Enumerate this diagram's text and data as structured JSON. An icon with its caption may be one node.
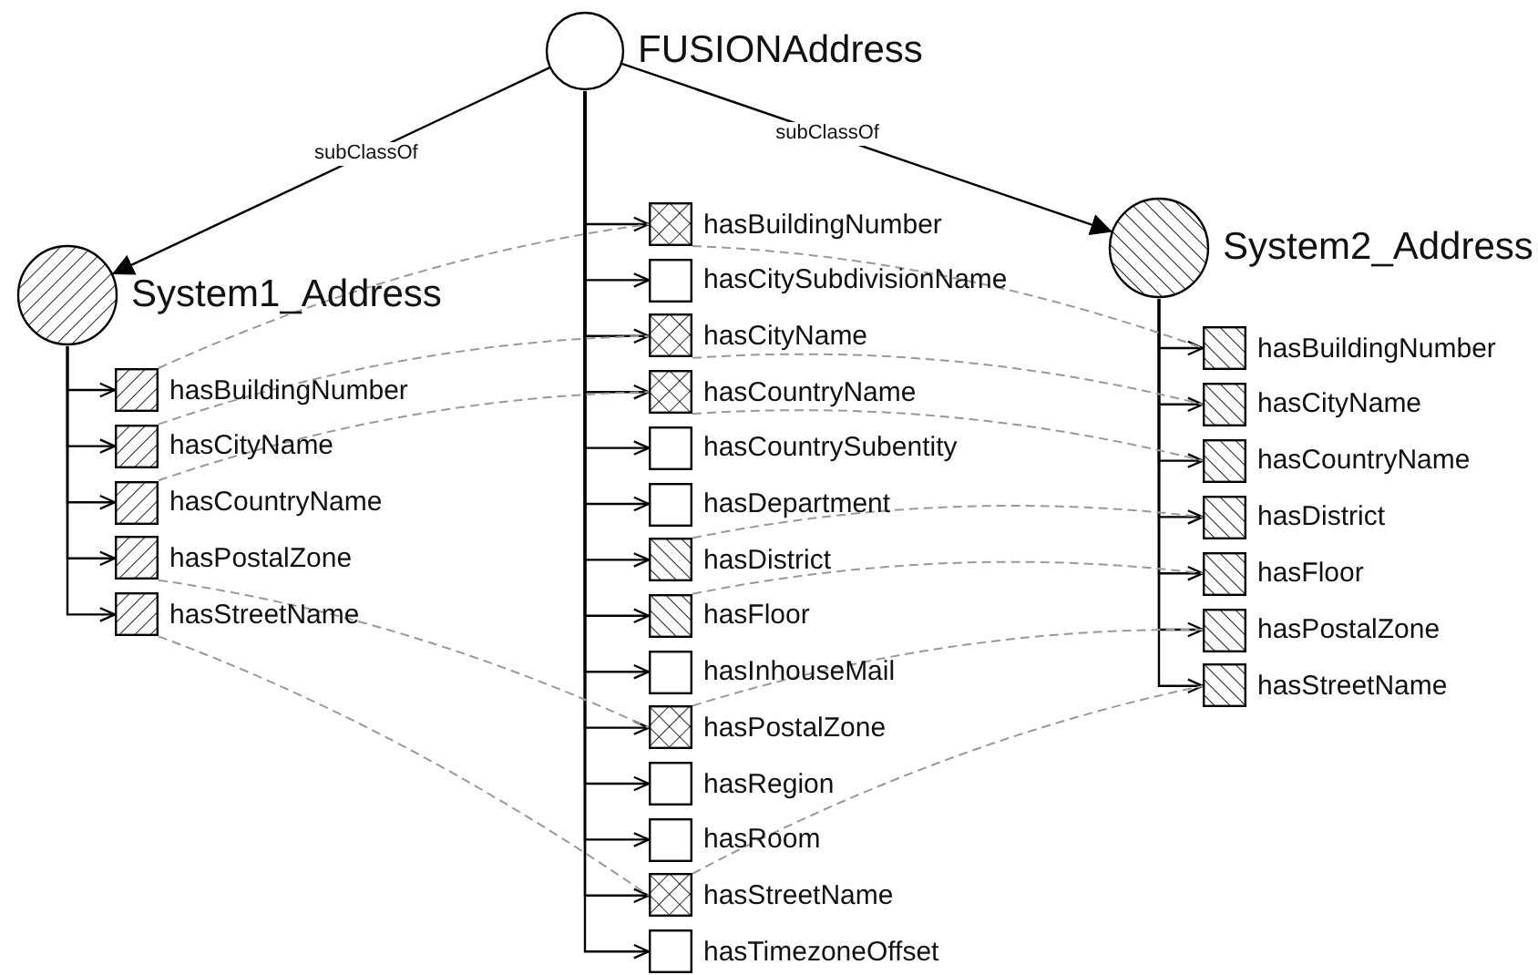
{
  "diagram": {
    "nodes": [
      {
        "text": [
          "FUSIONAddress"
        ]
      },
      {
        "text": [
          "System1_Address"
        ]
      },
      {
        "text": [
          "System2_Address"
        ]
      },
      {
        "text": [
          "hasBuildingNumber"
        ]
      },
      {
        "text": [
          "hasCitySubdivisionName"
        ]
      },
      {
        "text": [
          "hasCityName"
        ]
      },
      {
        "text": [
          "hasCountryName"
        ]
      },
      {
        "text": [
          "hasCountrySubentity"
        ]
      },
      {
        "text": [
          "hasDepartment"
        ]
      },
      {
        "text": [
          "hasDistrict"
        ]
      },
      {
        "text": [
          "hasFloor"
        ]
      },
      {
        "text": [
          "hasInhouseMail"
        ]
      },
      {
        "text": [
          "hasPostalZone"
        ]
      },
      {
        "text": [
          "hasRegion"
        ]
      },
      {
        "text": [
          "hasRoom"
        ]
      },
      {
        "text": [
          "hasStreetName"
        ]
      },
      {
        "text": [
          "hasTimezoneOffset"
        ]
      },
      {
        "text": [
          "hasBuildingNumber"
        ]
      },
      {
        "text": [
          "hasCityName"
        ]
      },
      {
        "text": [
          "hasCountryName"
        ]
      },
      {
        "text": [
          "hasPostalZone"
        ]
      },
      {
        "text": [
          "hasStreetName"
        ]
      },
      {
        "text": [
          "hasBuildingNumber"
        ]
      },
      {
        "text": [
          "hasCityName"
        ]
      },
      {
        "text": [
          "hasCountryName"
        ]
      },
      {
        "text": [
          "hasDistrict"
        ]
      },
      {
        "text": [
          "hasFloor"
        ]
      },
      {
        "text": [
          "hasPostalZone"
        ]
      },
      {
        "text": [
          "hasStreetName"
        ]
      }
    ],
    "edges": [
      {
        "from": 0,
        "to": 1,
        "arrow": "to",
        "label": "subClassOf"
      },
      {
        "from": 0,
        "to": 2,
        "arrow": "to",
        "label": "subClassOf"
      },
      {
        "from": 0,
        "to": 3,
        "arrow": "to"
      },
      {
        "from": 0,
        "to": 4,
        "arrow": "to"
      },
      {
        "from": 0,
        "to": 5,
        "arrow": "to"
      },
      {
        "from": 0,
        "to": 6,
        "arrow": "to"
      },
      {
        "from": 0,
        "to": 7,
        "arrow": "to"
      },
      {
        "from": 0,
        "to": 8,
        "arrow": "to"
      },
      {
        "from": 0,
        "to": 9,
        "arrow": "to"
      },
      {
        "from": 0,
        "to": 10,
        "arrow": "to"
      },
      {
        "from": 0,
        "to": 11,
        "arrow": "to"
      },
      {
        "from": 0,
        "to": 12,
        "arrow": "to"
      },
      {
        "from": 0,
        "to": 13,
        "arrow": "to"
      },
      {
        "from": 0,
        "to": 14,
        "arrow": "to"
      },
      {
        "from": 0,
        "to": 15,
        "arrow": "to"
      },
      {
        "from": 0,
        "to": 16,
        "arrow": "to"
      },
      {
        "from": 1,
        "to": 17,
        "arrow": "to"
      },
      {
        "from": 1,
        "to": 18,
        "arrow": "to"
      },
      {
        "from": 1,
        "to": 19,
        "arrow": "to"
      },
      {
        "from": 1,
        "to": 20,
        "arrow": "to"
      },
      {
        "from": 1,
        "to": 21,
        "arrow": "to"
      },
      {
        "from": 2,
        "to": 22,
        "arrow": "to"
      },
      {
        "from": 2,
        "to": 23,
        "arrow": "to"
      },
      {
        "from": 2,
        "to": 24,
        "arrow": "to"
      },
      {
        "from": 2,
        "to": 25,
        "arrow": "to"
      },
      {
        "from": 2,
        "to": 26,
        "arrow": "to"
      },
      {
        "from": 2,
        "to": 27,
        "arrow": "to"
      },
      {
        "from": 2,
        "to": 28,
        "arrow": "to"
      },
      {
        "from": 17,
        "to": 3,
        "arrow": "none",
        "style": "dashed",
        "color": "#999999"
      },
      {
        "from": 18,
        "to": 5,
        "arrow": "none",
        "style": "dashed",
        "color": "#999999"
      },
      {
        "from": 19,
        "to": 6,
        "arrow": "none",
        "style": "dashed",
        "color": "#999999"
      },
      {
        "from": 20,
        "to": 12,
        "arrow": "none",
        "style": "dashed",
        "color": "#999999"
      },
      {
        "from": 21,
        "to": 15,
        "arrow": "none",
        "style": "dashed",
        "color": "#999999"
      },
      {
        "from": 3,
        "to": 22,
        "arrow": "none",
        "style": "dashed",
        "color": "#999999"
      },
      {
        "from": 5,
        "to": 23,
        "arrow": "none",
        "style": "dashed",
        "color": "#999999"
      },
      {
        "from": 6,
        "to": 24,
        "arrow": "none",
        "style": "dashed",
        "color": "#999999"
      },
      {
        "from": 9,
        "to": 25,
        "arrow": "none",
        "style": "dashed",
        "color": "#999999"
      },
      {
        "from": 10,
        "to": 26,
        "arrow": "none",
        "style": "dashed",
        "color": "#999999"
      },
      {
        "from": 12,
        "to": 27,
        "arrow": "none",
        "style": "dashed",
        "color": "#999999"
      },
      {
        "from": 15,
        "to": 28,
        "arrow": "none",
        "style": "dashed",
        "color": "#999999"
      }
    ]
  }
}
